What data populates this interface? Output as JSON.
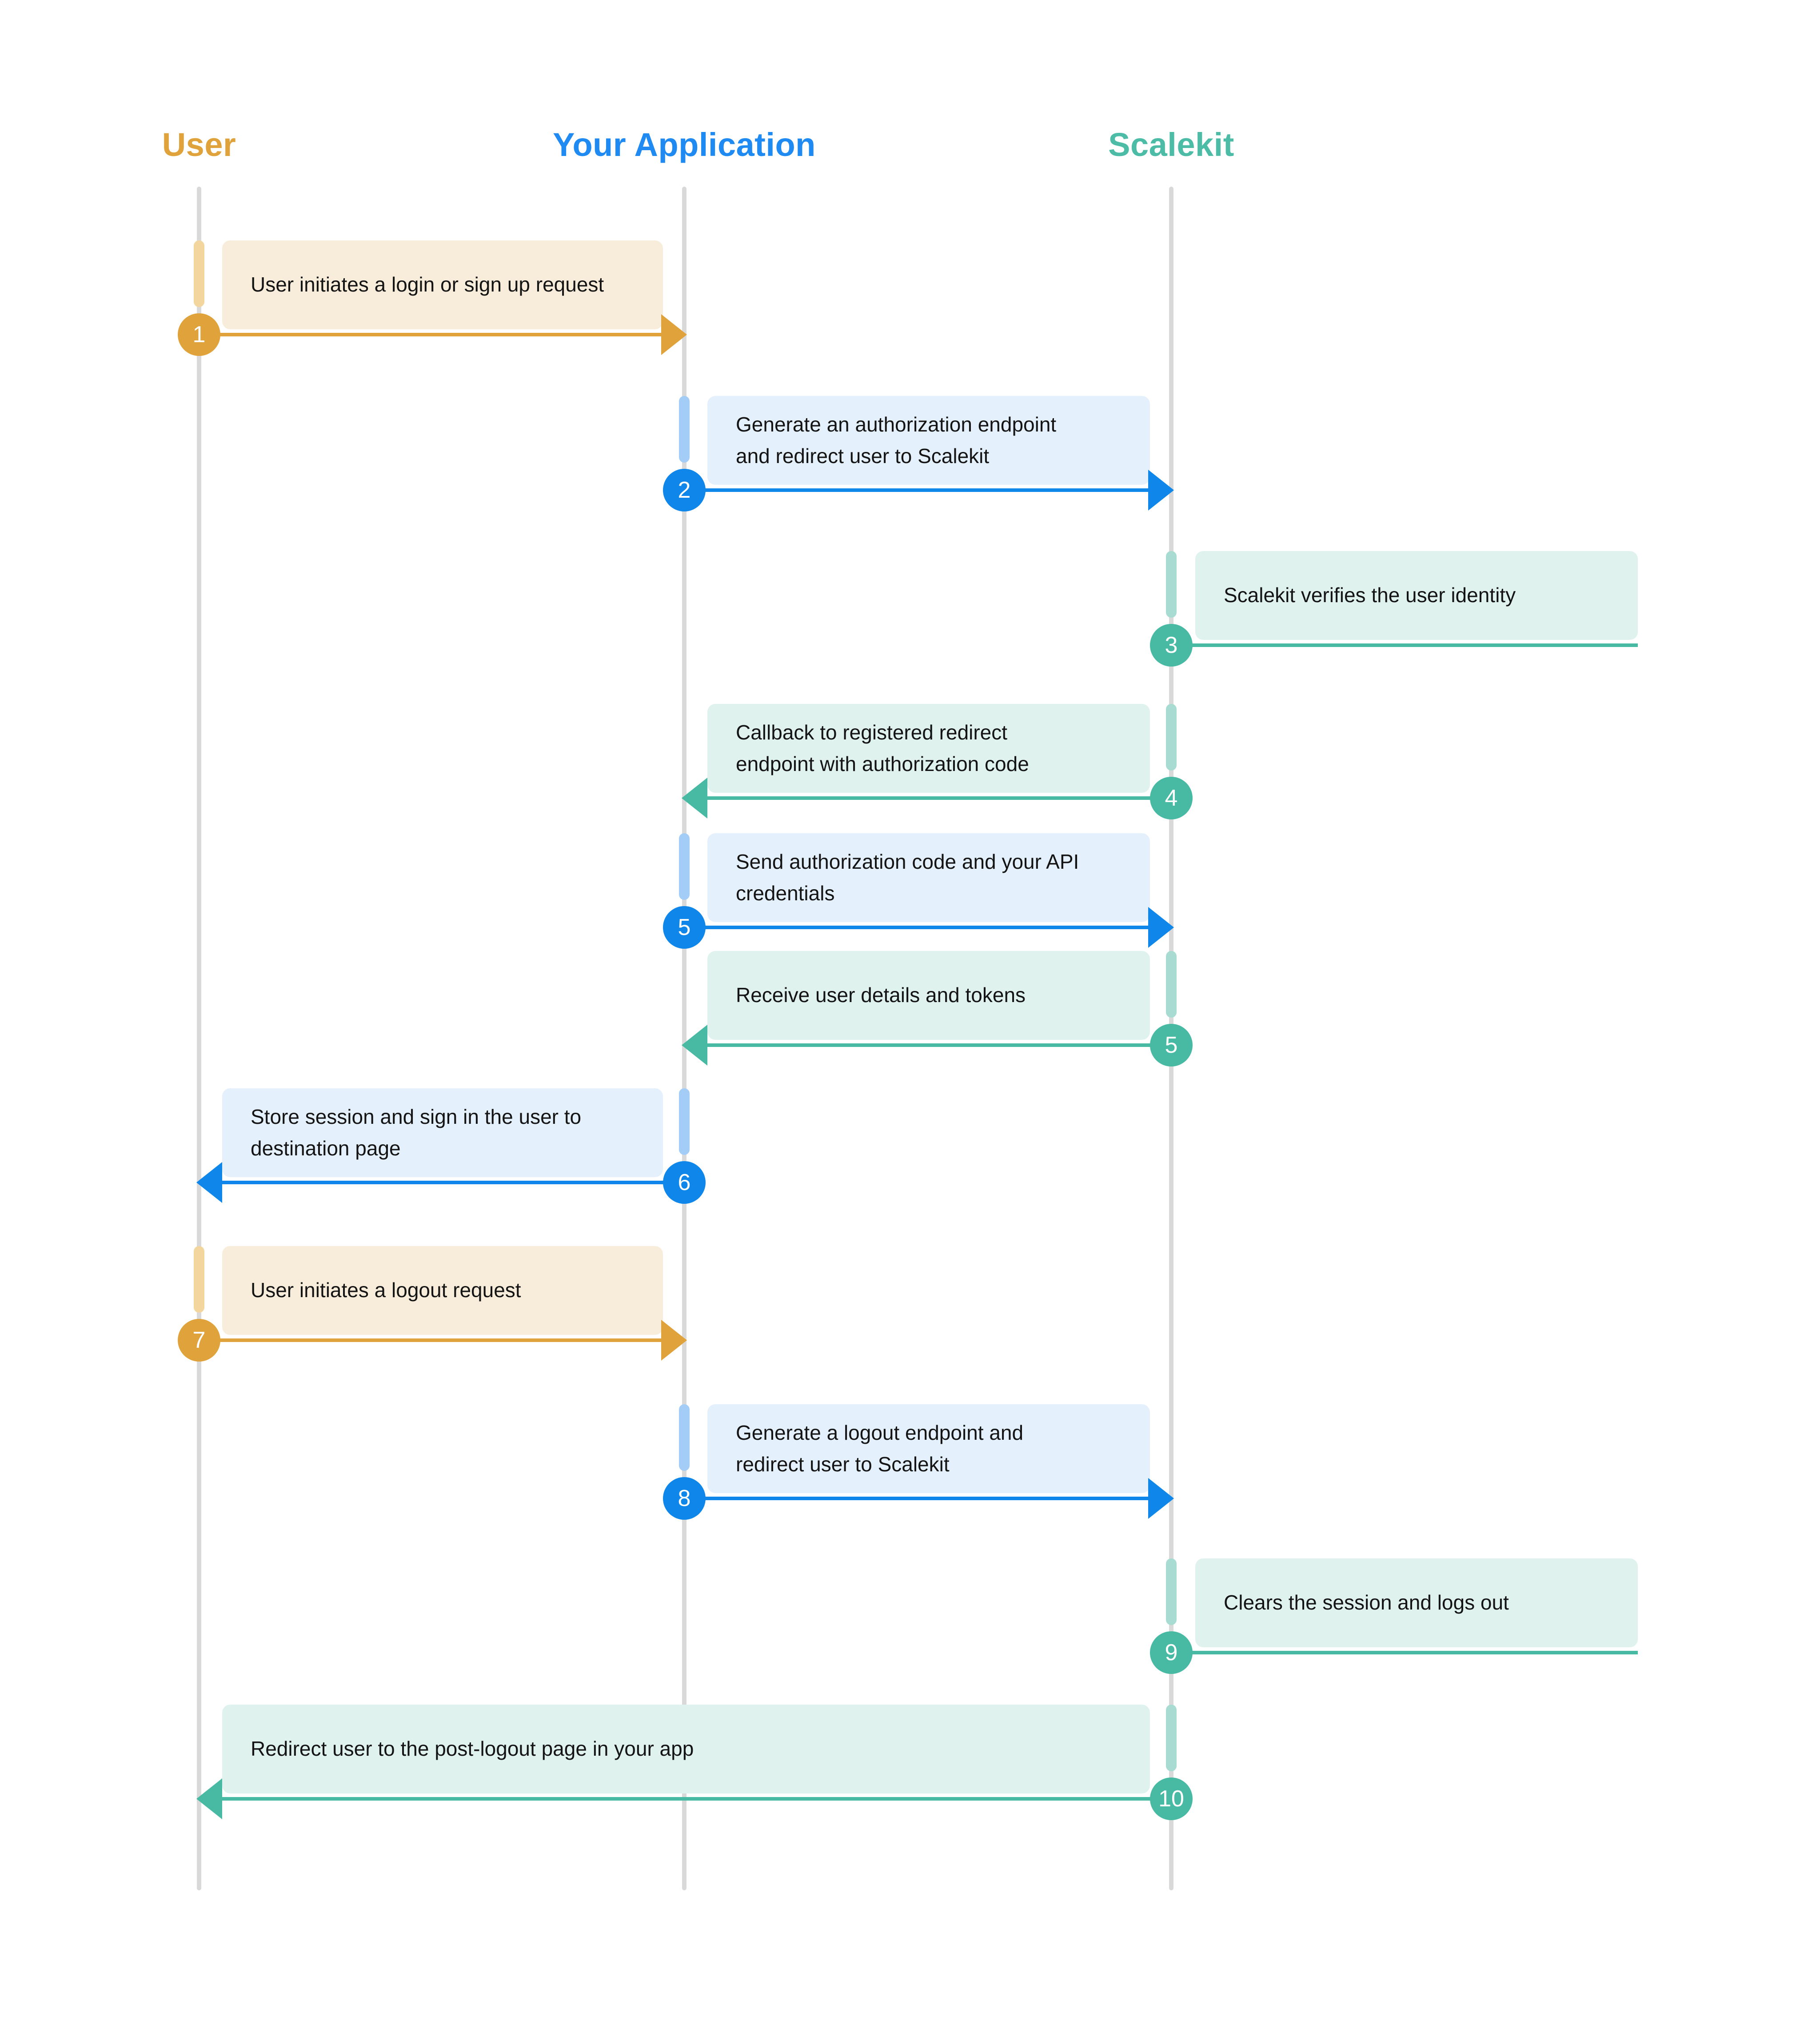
{
  "diagram": {
    "actors": [
      {
        "id": "user",
        "label": "User",
        "theme": "orange"
      },
      {
        "id": "app",
        "label": "Your Application",
        "theme": "blue"
      },
      {
        "id": "scalekit",
        "label": "Scalekit",
        "theme": "teal"
      }
    ],
    "themes": {
      "orange": {
        "main": "#E0A33C",
        "header": "#E0A33C",
        "bar": "#F2D69E",
        "box": "#F8EDDB"
      },
      "blue": {
        "main": "#0F86E9",
        "header": "#1E8AF2",
        "bar": "#A3CDF6",
        "box": "#E4F1FC"
      },
      "teal": {
        "main": "#48BAA3",
        "header": "#4CBCA6",
        "bar": "#A8DCD2",
        "box": "#DFF2ED"
      }
    },
    "lifeline_color": "#D9D9D9",
    "text_color": "#141414",
    "badge_text_color": "#FFFFFF",
    "steps": [
      {
        "num": "1",
        "label": "User initiates a login or sign up request",
        "from": "user",
        "to": "app",
        "theme": "orange",
        "kind": "message"
      },
      {
        "num": "2",
        "label": "Generate an authorization endpoint\nand redirect user to Scalekit",
        "from": "app",
        "to": "scalekit",
        "theme": "blue",
        "kind": "message"
      },
      {
        "num": "3",
        "label": "Scalekit verifies the user identity",
        "from": "scalekit",
        "to": "scalekit",
        "theme": "teal",
        "kind": "self"
      },
      {
        "num": "4",
        "label": "Callback to registered redirect\nendpoint with authorization code",
        "from": "scalekit",
        "to": "app",
        "theme": "teal",
        "kind": "message"
      },
      {
        "num": "5",
        "label": "Send authorization code and your API\ncredentials",
        "from": "app",
        "to": "scalekit",
        "theme": "blue",
        "kind": "message"
      },
      {
        "num": "5",
        "label": "Receive user details and tokens",
        "from": "scalekit",
        "to": "app",
        "theme": "teal",
        "kind": "message"
      },
      {
        "num": "6",
        "label": "Store session and sign in the user to\ndestination page",
        "from": "app",
        "to": "user",
        "theme": "blue",
        "kind": "message"
      },
      {
        "num": "7",
        "label": "User initiates a logout request",
        "from": "user",
        "to": "app",
        "theme": "orange",
        "kind": "message"
      },
      {
        "num": "8",
        "label": "Generate a logout endpoint and\nredirect user to Scalekit",
        "from": "app",
        "to": "scalekit",
        "theme": "blue",
        "kind": "message"
      },
      {
        "num": "9",
        "label": "Clears the session and logs out",
        "from": "scalekit",
        "to": "scalekit",
        "theme": "teal",
        "kind": "self"
      },
      {
        "num": "10",
        "label": "Redirect user to the post-logout page in your app",
        "from": "scalekit",
        "to": "user",
        "theme": "teal",
        "kind": "message"
      }
    ]
  }
}
